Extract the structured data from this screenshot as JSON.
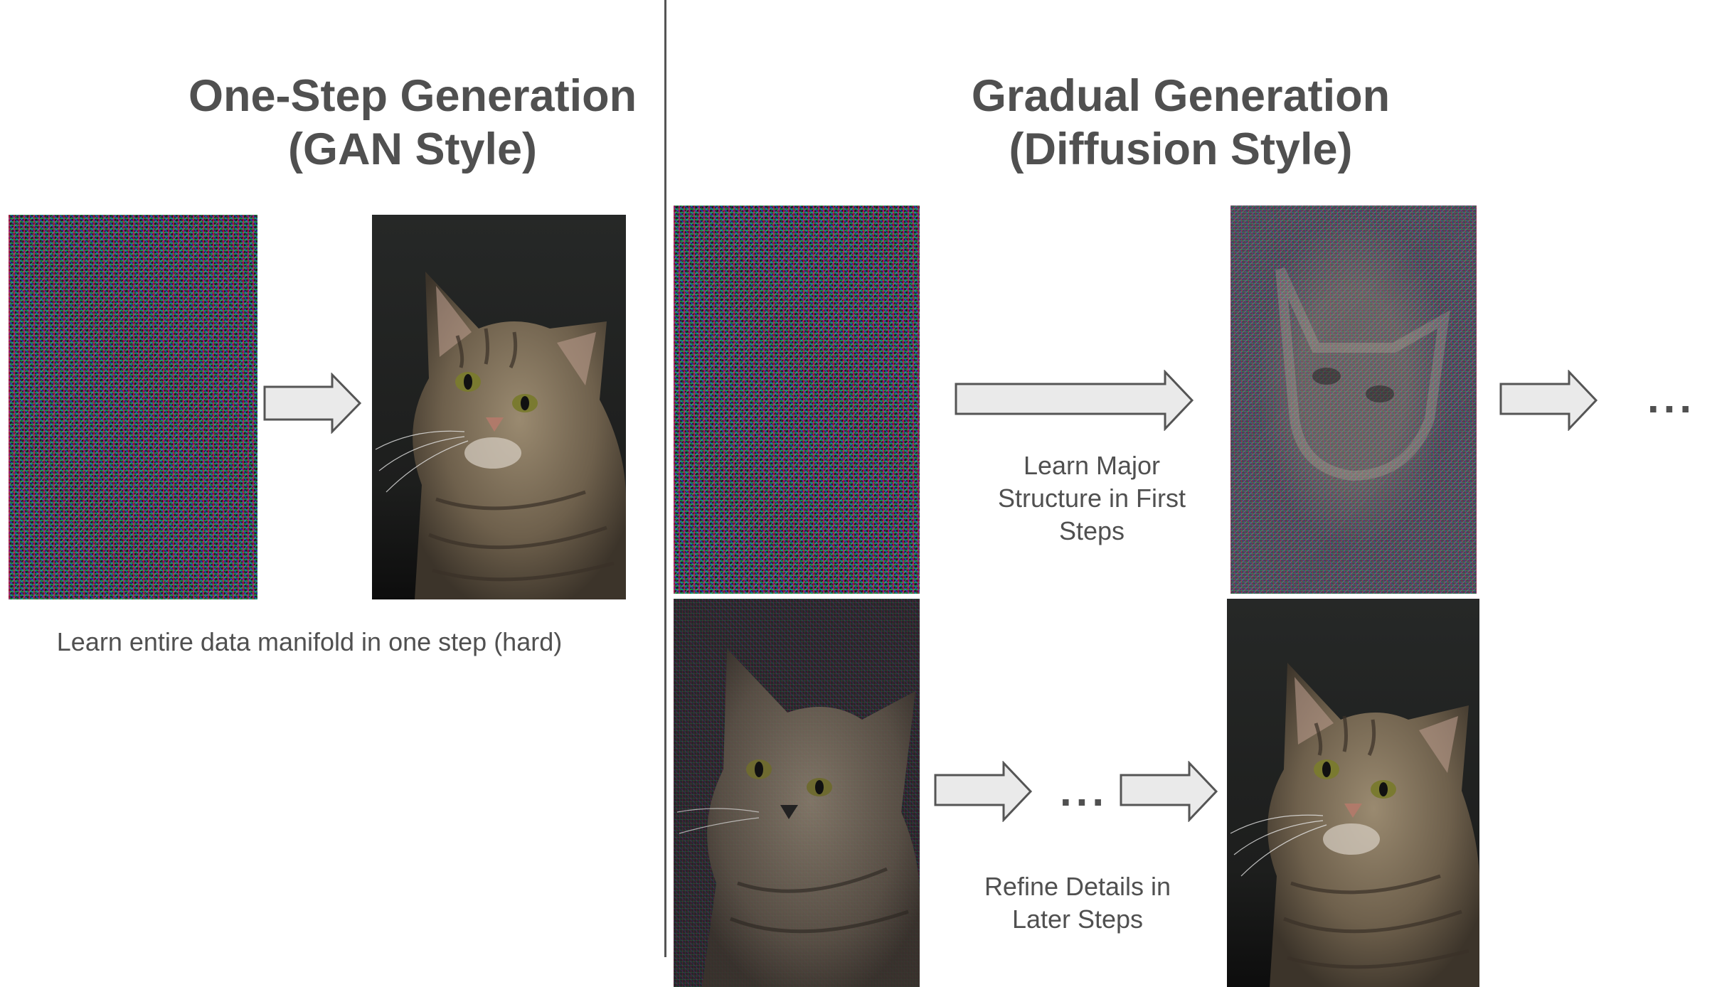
{
  "left_section": {
    "title": "One-Step Generation\n(GAN Style)",
    "caption": "Learn entire data manifold in one step (hard)",
    "images": [
      {
        "name": "random-noise-image",
        "description": "Pure random color noise"
      },
      {
        "name": "generated-cat-image",
        "description": "Tabby kitten on dark background"
      }
    ]
  },
  "right_section": {
    "title": "Gradual Generation\n(Diffusion Style)",
    "top_caption": "Learn Major\nStructure in First\nSteps",
    "bottom_caption": "Refine Details in\nLater Steps",
    "ellipsis_top": "...",
    "ellipsis_bottom": "...",
    "images": [
      {
        "name": "random-noise-image",
        "description": "Pure random color noise"
      },
      {
        "name": "partially-denoised-image",
        "description": "Noise with faint cat structure"
      },
      {
        "name": "noisy-cat-image",
        "description": "Cat with residual noise"
      },
      {
        "name": "final-cat-image",
        "description": "Clean tabby kitten"
      }
    ]
  },
  "colors": {
    "text": "#505050",
    "arrow_fill": "#eaeaea",
    "arrow_stroke": "#555555",
    "divider": "#555555",
    "background": "#ffffff"
  }
}
